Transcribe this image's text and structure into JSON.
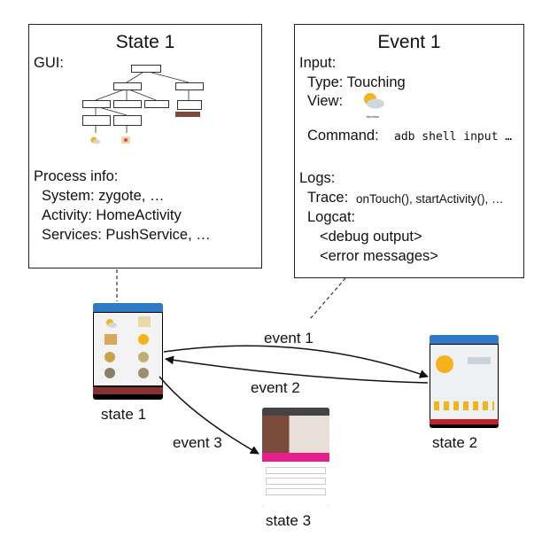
{
  "state_box": {
    "title": "State 1",
    "gui_label": "GUI:",
    "process_label": "Process info:",
    "system": "System: zygote, …",
    "activity": "Activity: HomeActivity",
    "services": "Services: PushService, …"
  },
  "event_box": {
    "title": "Event 1",
    "input_label": "Input:",
    "type": "Type: Touching",
    "view_label": "View:",
    "view_icon_caption": "Weather",
    "command_label": "Command:",
    "command_value": "adb shell input …",
    "logs_label": "Logs:",
    "trace_label": "Trace:",
    "trace_value": "onTouch(), startActivity(), …",
    "logcat_label": "Logcat:",
    "logcat_line1": "<debug output>",
    "logcat_line2": "<error messages>"
  },
  "graph": {
    "state1": "state 1",
    "state2": "state 2",
    "state3": "state 3",
    "event1": "event 1",
    "event2": "event 2",
    "event3": "event 3"
  },
  "icons": {
    "weather": "weather-icon",
    "my_location": "map-icon",
    "my_cities": "cities-icon",
    "map": "map-icon",
    "about": "about-icon",
    "settings": "settings-icon"
  },
  "colors": {
    "app_bar": "#2f79c5",
    "ad_pink": "#e91e8c",
    "sun": "#f6b21b"
  }
}
